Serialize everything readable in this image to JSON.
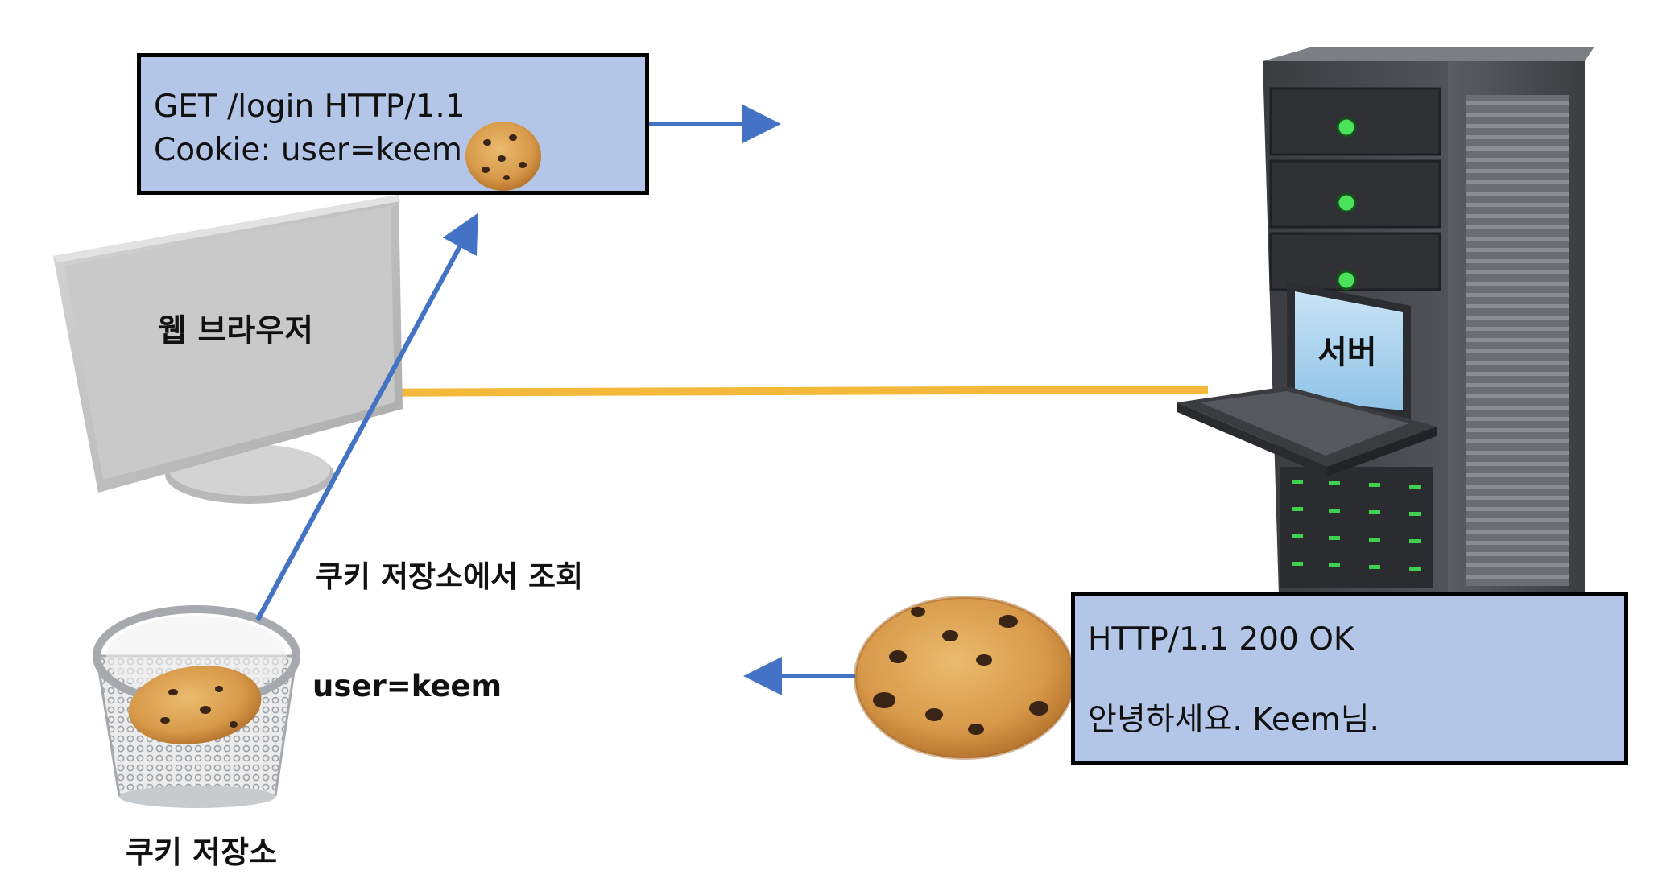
{
  "request_box": {
    "line1": "GET /login HTTP/1.1",
    "line2": "Cookie: user=keem"
  },
  "response_box": {
    "line1": "HTTP/1.1 200 OK",
    "line2": "안녕하세요. Keem님."
  },
  "labels": {
    "browser": "웹 브라우저",
    "server": "서버",
    "lookup": "쿠키 저장소에서 조회",
    "stored_value": "user=keem",
    "cookie_store": "쿠키 저장소"
  },
  "colors": {
    "box_fill": "#b4c6e7",
    "arrow": "#4472c4",
    "connection_line": "#f4b93a"
  },
  "icons": [
    "monitor-icon",
    "server-rack-icon",
    "cookie-icon",
    "cookie-basket-icon"
  ]
}
